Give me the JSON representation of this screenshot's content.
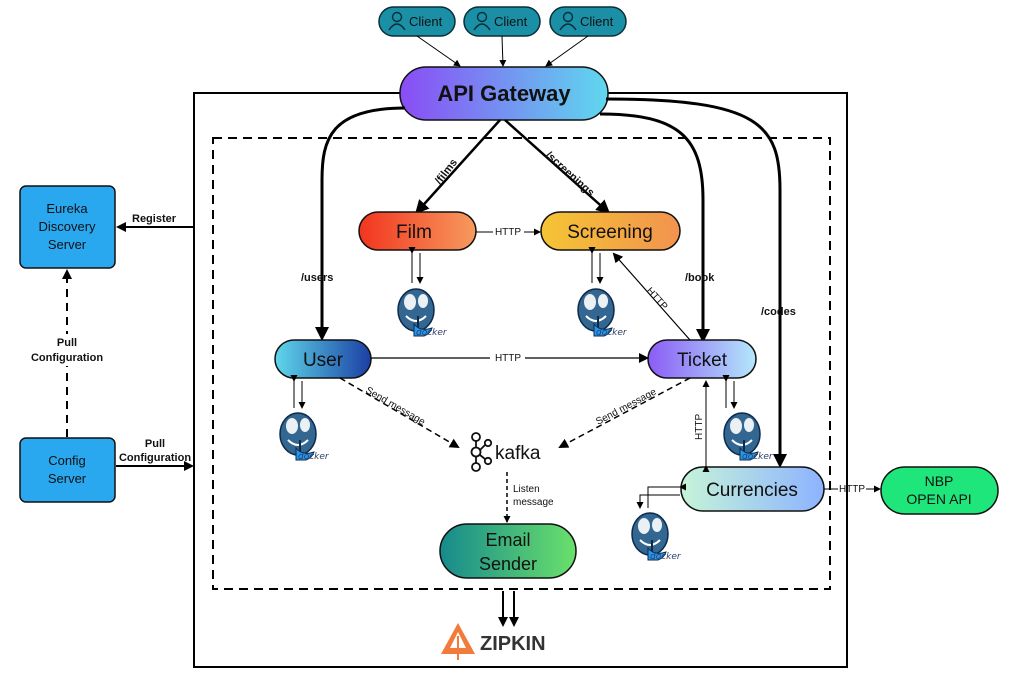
{
  "clients": [
    "Client",
    "Client",
    "Client"
  ],
  "gateway": "API Gateway",
  "services": {
    "film": "Film",
    "screening": "Screening",
    "user": "User",
    "ticket": "Ticket",
    "currencies": "Currencies",
    "email_sender": [
      "Email",
      "Sender"
    ]
  },
  "external": {
    "eureka": [
      "Eureka",
      "Discovery",
      "Server"
    ],
    "config": [
      "Config",
      "Server"
    ],
    "nbp": [
      "NBP",
      "OPEN API"
    ]
  },
  "routes": {
    "films": "/films",
    "screenings": "/screenings",
    "users": "/users",
    "book": "/book",
    "codes": "/codes"
  },
  "edge_labels": {
    "http": "HTTP",
    "register": "Register",
    "pull": "Pull",
    "configuration": "Configuration",
    "send_message": "Send message",
    "listen": "Listen",
    "message": "message"
  },
  "brokers": {
    "kafka": "kafka",
    "zipkin": "ZIPKIN"
  },
  "db_label": "docker",
  "colors": {
    "client": "#1b8fa6",
    "eureka": "#29a8f0",
    "gateway_start": "#8a4cf5",
    "gateway_end": "#5fd8ee",
    "film_start": "#f2351f",
    "film_end": "#f79a5e",
    "screening_start": "#f5c534",
    "screening_end": "#f2934f",
    "user_start": "#5fd6ea",
    "user_end": "#1b3fa3",
    "ticket_start": "#8b5cf6",
    "ticket_end": "#b4e8fb",
    "currencies_start": "#c6f4d8",
    "currencies_end": "#8cb3ff",
    "email_start": "#168a8c",
    "email_end": "#6be06b",
    "nbp": "#1ee67a",
    "zipkin": "#f27a3a"
  }
}
